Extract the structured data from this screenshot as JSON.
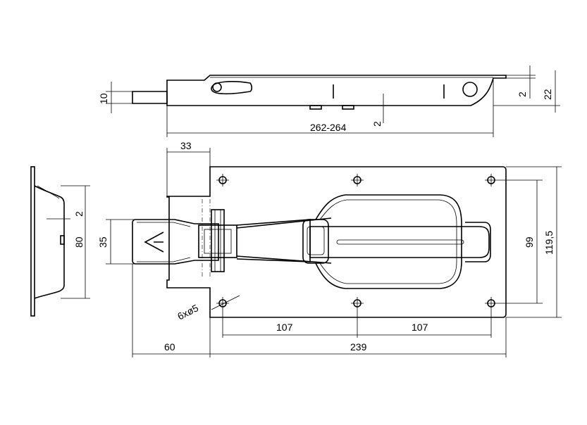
{
  "drawing": {
    "subject": "Flush bolt technical drawing",
    "dimensions": {
      "bolt_diameter": "10",
      "body_overall_length": "262-264",
      "lip_thickness_top": "2",
      "total_height": "22",
      "tab_height": "2",
      "plate_offset": "33",
      "profile_step": "2",
      "profile_height": "80",
      "handle_width": "35",
      "hole_spacing_vertical": "99",
      "plate_height": "119,5",
      "hole_spacing_left": "107",
      "hole_spacing_right": "107",
      "bolt_projection": "60",
      "plate_length": "239",
      "holes_note": "6xø5"
    }
  }
}
